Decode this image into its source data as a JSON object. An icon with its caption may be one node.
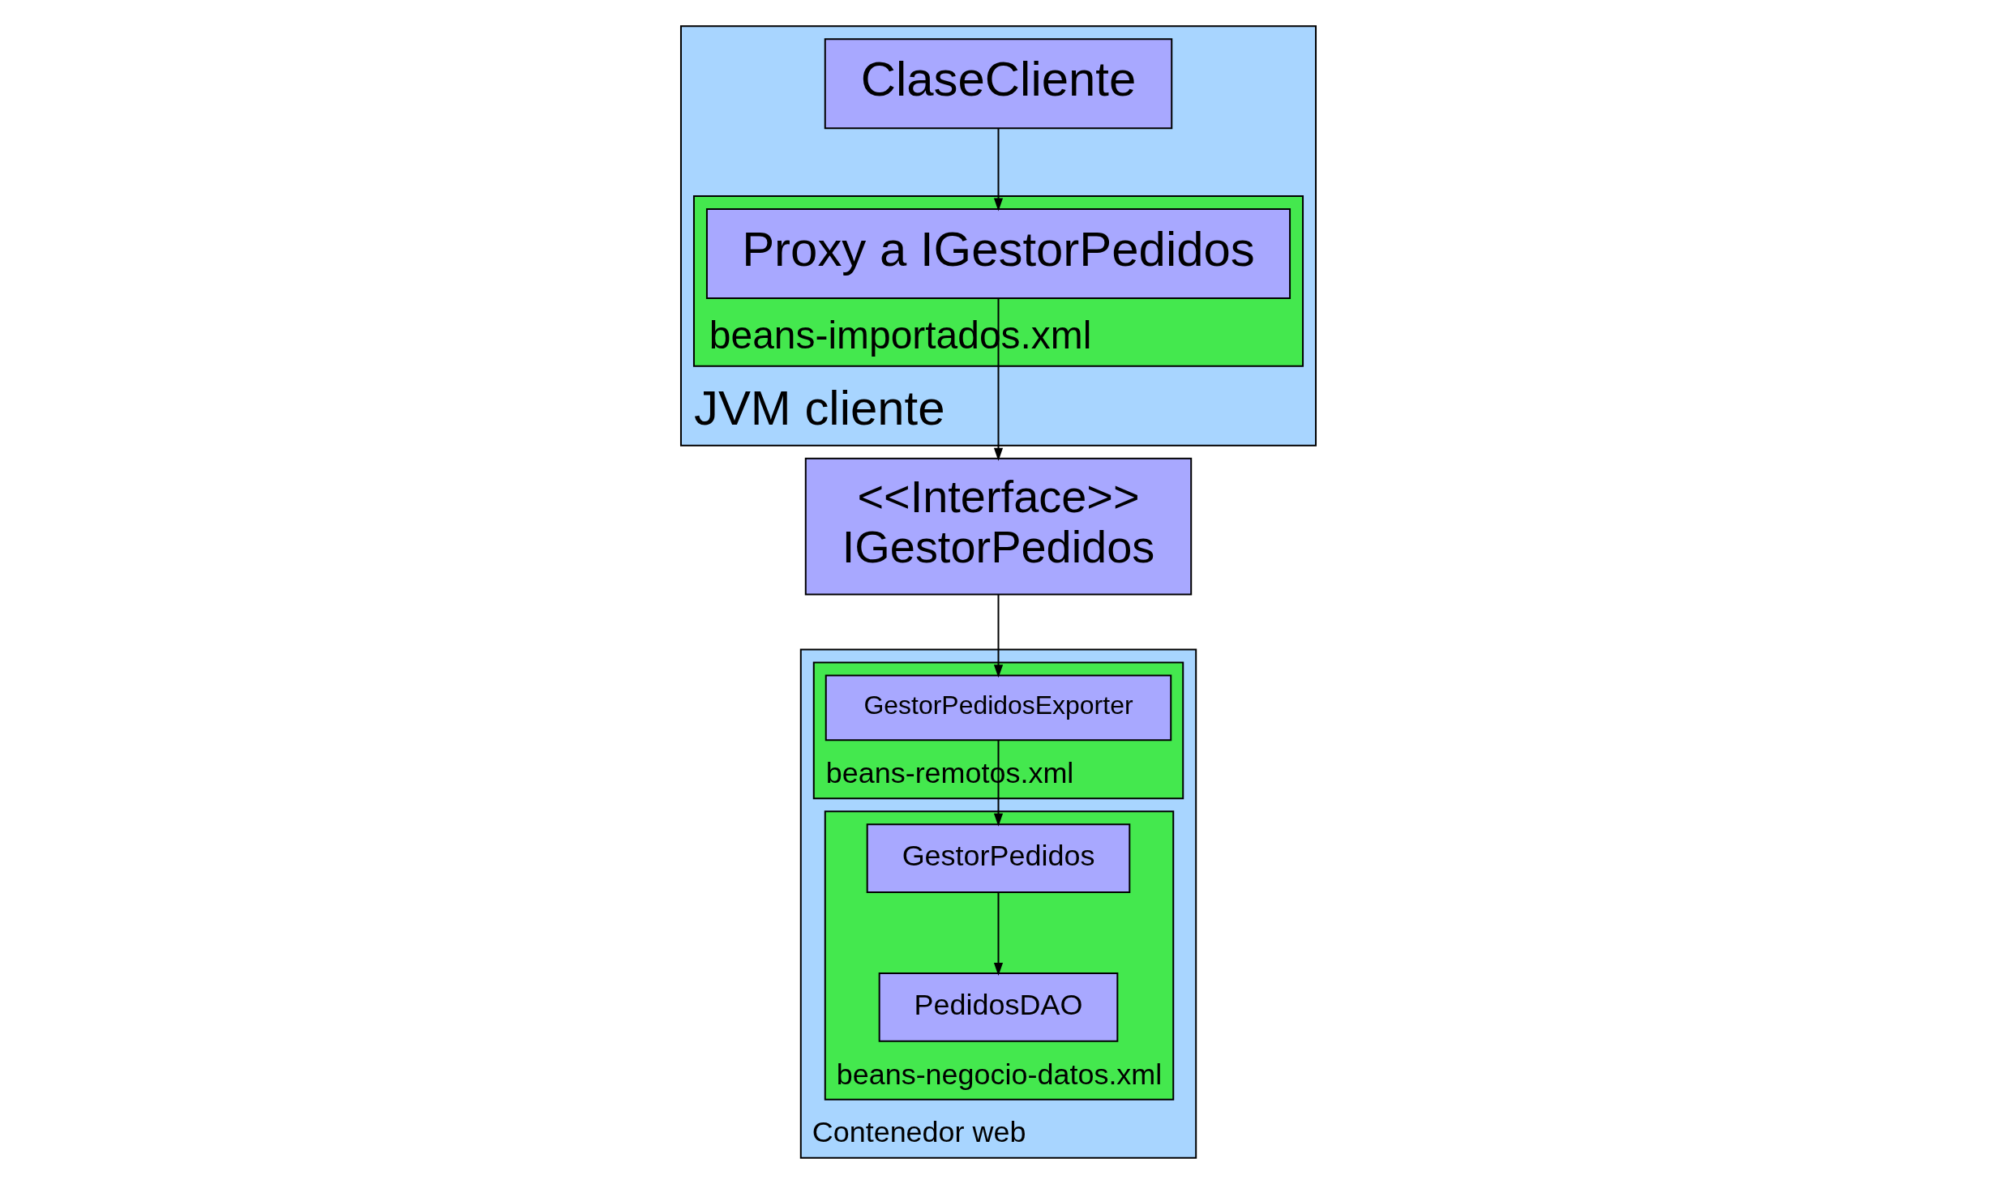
{
  "diagram": {
    "nodes": [
      {
        "text": [
          "JVM cliente"
        ]
      },
      {
        "text": [
          "ClaseCliente"
        ],
        "in": 0
      },
      {
        "text": [
          "beans-importados.xml"
        ],
        "in": 0
      },
      {
        "text": [
          "Proxy a IGestorPedidos"
        ],
        "in": 2
      },
      {
        "text": [
          "<<Interface>>",
          "IGestorPedidos"
        ]
      },
      {
        "text": [
          "Contenedor web"
        ]
      },
      {
        "text": [
          "beans-remotos.xml"
        ],
        "in": 5
      },
      {
        "text": [
          "GestorPedidosExporter"
        ],
        "in": 6
      },
      {
        "text": [
          "beans-negocio-datos.xml"
        ],
        "in": 5
      },
      {
        "text": [
          "GestorPedidos"
        ],
        "in": 8
      },
      {
        "text": [
          "PedidosDAO"
        ],
        "in": 8
      }
    ],
    "edges": [
      {
        "from": 1,
        "to": 3,
        "arrow": "to"
      },
      {
        "from": 3,
        "to": 4,
        "arrow": "to"
      },
      {
        "from": 4,
        "to": 7,
        "arrow": "to"
      },
      {
        "from": 7,
        "to": 9,
        "arrow": "to"
      },
      {
        "from": 9,
        "to": 10,
        "arrow": "to"
      }
    ]
  }
}
